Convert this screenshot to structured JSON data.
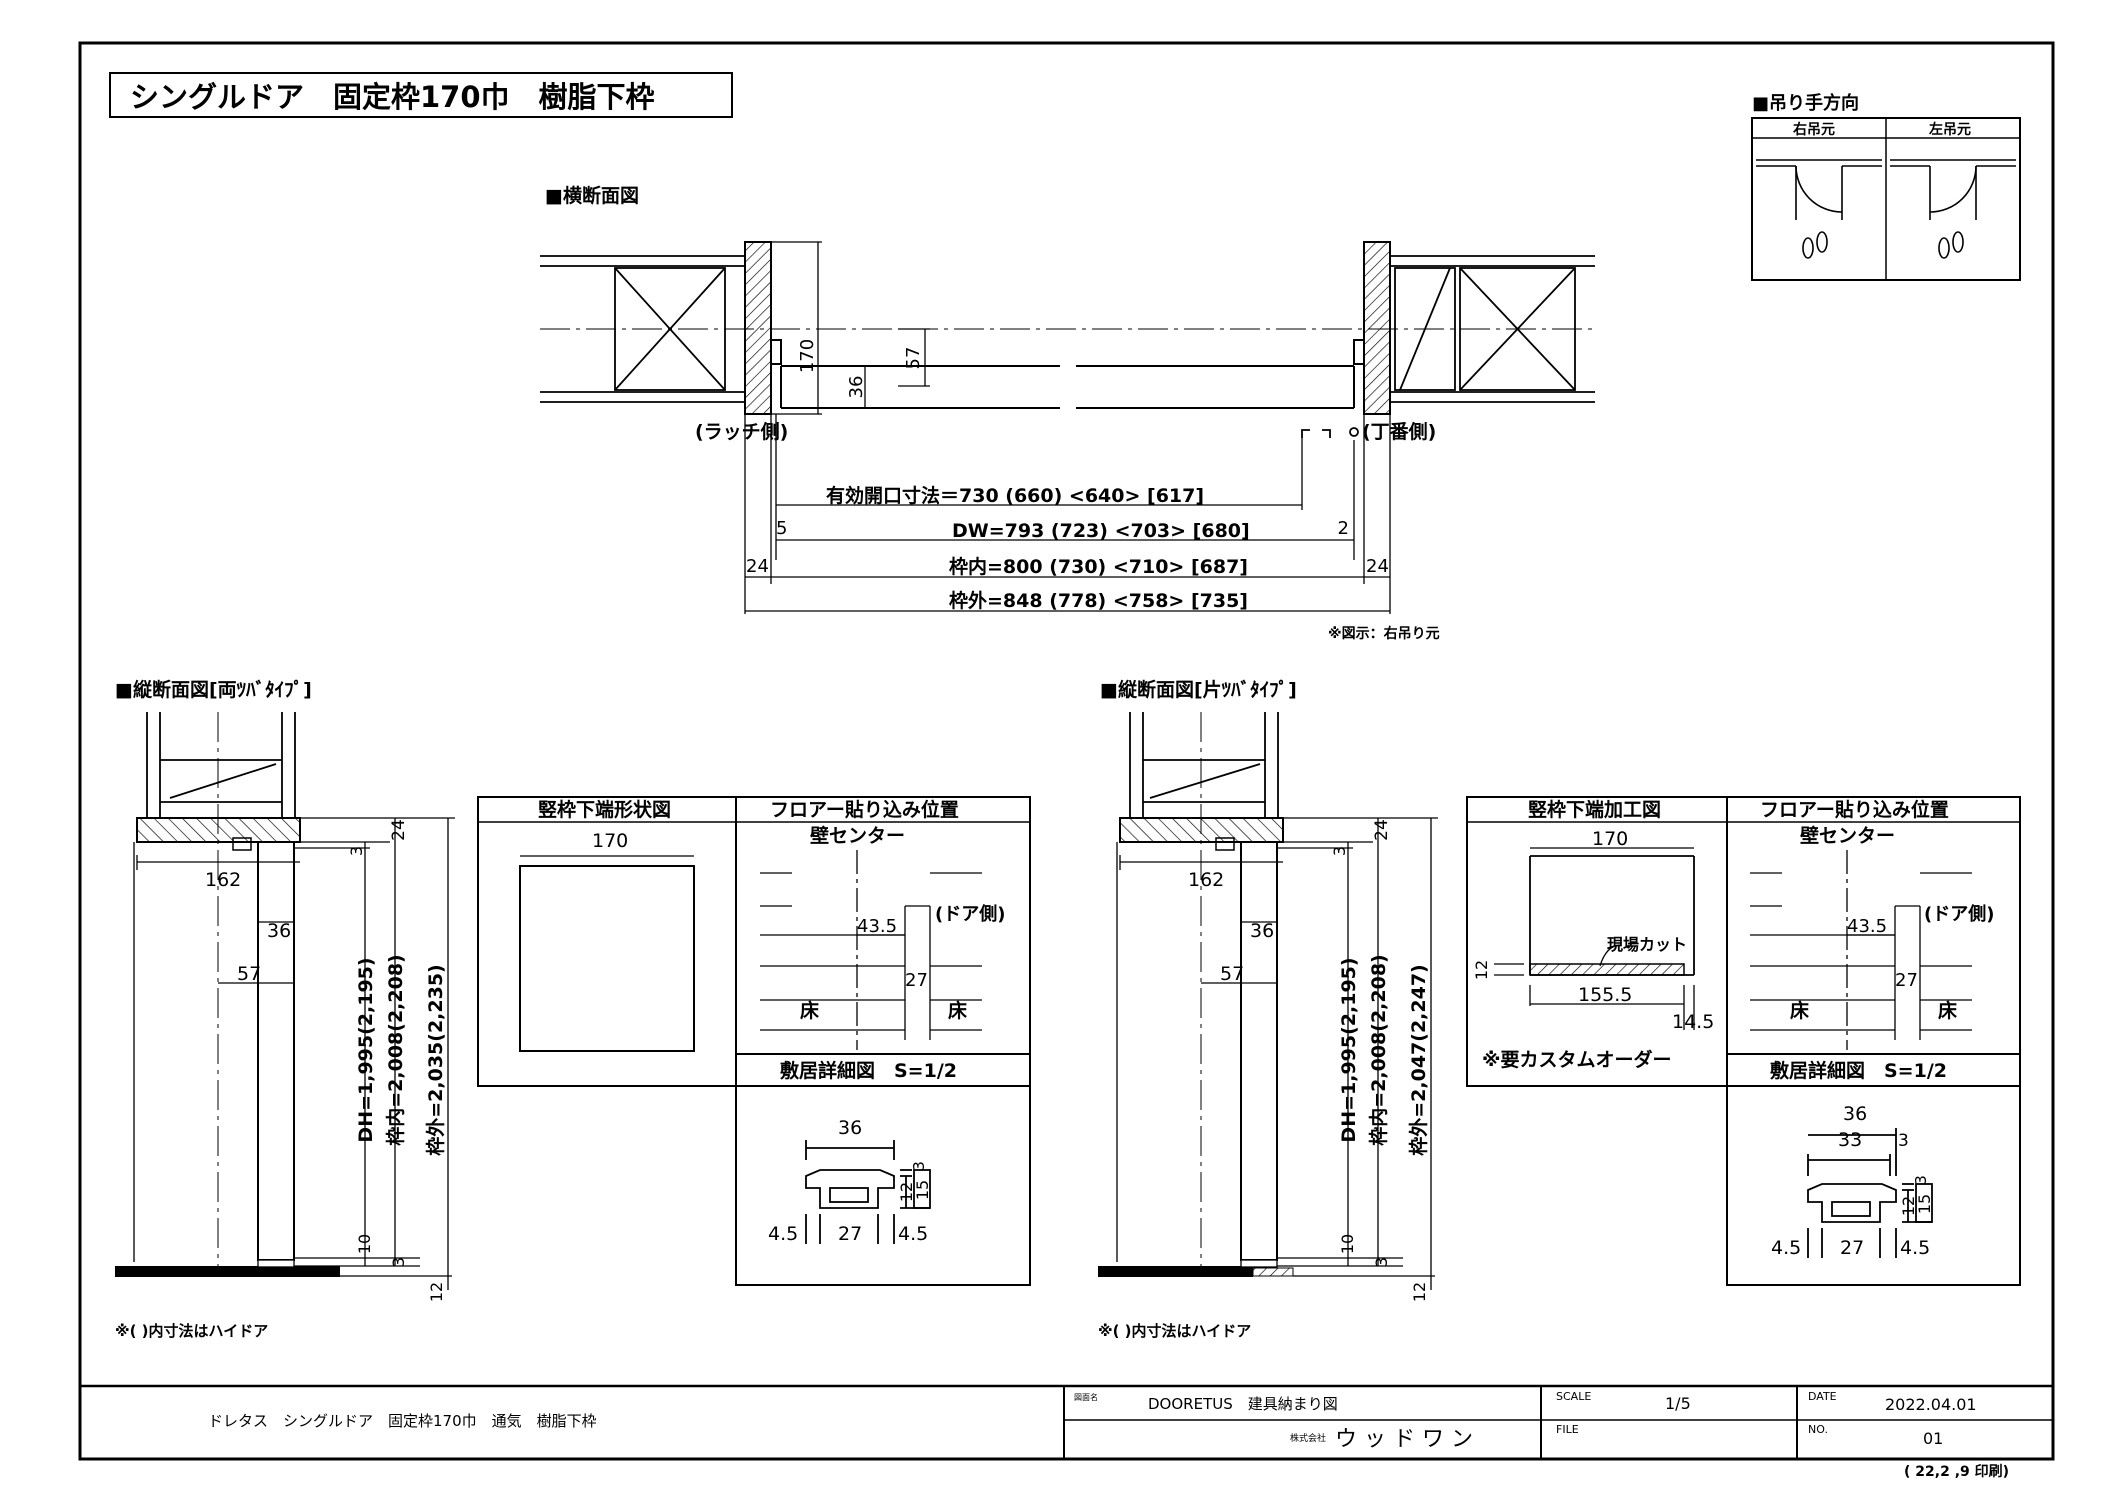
{
  "title": "シングルドア　固定枠170巾　樹脂下枠",
  "swing": {
    "heading": "■吊り手方向",
    "right_label": "右吊元",
    "left_label": "左吊元"
  },
  "plan": {
    "heading": "■横断面図",
    "latch_side": "(ラッチ側)",
    "hinge_side": "(丁番側)",
    "dim_170": "170",
    "dim_57": "57",
    "dim_36": "36",
    "dim_5": "5",
    "dim_2": "2",
    "dim_24_left": "24",
    "dim_24_right": "24",
    "effective": "有効開口寸法＝730 (660) <640> [617]",
    "dw": "DW=793 (723) <703> [680]",
    "inner": "枠内=800 (730) <710> [687]",
    "outer": "枠外=848 (778) <758> [735]",
    "note": "※図示：右吊り元"
  },
  "section_left": {
    "heading": "■縦断面図[両ﾂﾊﾞﾀｲﾌﾟ]",
    "dim_162": "162",
    "dim_36": "36",
    "dim_57": "57",
    "dim_3_top": "3",
    "dim_24": "24",
    "dim_dh": "DH=1,995(2,195)",
    "dim_inner": "枠内=2,008(2,208)",
    "dim_outer": "枠外=2,035(2,235)",
    "dim_10": "10",
    "dim_3_bottom": "3",
    "dim_12": "12",
    "note": "※( )内寸法はハイドア"
  },
  "section_right": {
    "heading": "■縦断面図[片ﾂﾊﾞﾀｲﾌﾟ]",
    "dim_162": "162",
    "dim_36": "36",
    "dim_57": "57",
    "dim_3_top": "3",
    "dim_24": "24",
    "dim_dh": "DH=1,995(2,195)",
    "dim_inner": "枠内=2,008(2,208)",
    "dim_outer": "枠外=2,047(2,247)",
    "dim_10": "10",
    "dim_3_bottom": "3",
    "dim_12": "12",
    "note": "※( )内寸法はハイドア"
  },
  "detail_left": {
    "shape_title": "竪枠下端形状図",
    "shape_170": "170",
    "floor_title": "フロアー貼り込み位置",
    "wall_center": "壁センター",
    "door_side": "(ドア側)",
    "dim_435": "43.5",
    "dim_27": "27",
    "floor_l": "床",
    "floor_r": "床",
    "sill_title": "敷居詳細図　S=1/2",
    "sill_36": "36",
    "sill_3": "3",
    "sill_12": "12",
    "sill_15": "15",
    "sill_45l": "4.5",
    "sill_27": "27",
    "sill_45r": "4.5"
  },
  "detail_right": {
    "shape_title": "竪枠下端加工図",
    "shape_170": "170",
    "field_cut": "現場カット",
    "dim_12": "12",
    "dim_1555": "155.5",
    "dim_145": "14.5",
    "custom": "※要カスタムオーダー",
    "floor_title": "フロアー貼り込み位置",
    "wall_center": "壁センター",
    "door_side": "(ドア側)",
    "dim_435": "43.5",
    "dim_27": "27",
    "floor_l": "床",
    "floor_r": "床",
    "sill_title": "敷居詳細図　S=1/2",
    "sill_36": "36",
    "sill_33": "33",
    "sill_3a": "3",
    "sill_3": "3",
    "sill_12": "12",
    "sill_15": "15",
    "sill_45l": "4.5",
    "sill_27": "27",
    "sill_45r": "4.5"
  },
  "title_block": {
    "product": "ドレタス　シングルドア　固定枠170巾　通気　樹脂下枠",
    "drawing_label": "図面名",
    "drawing_name": "DOORETUS　建具納まり図",
    "company_label": "株式会社",
    "company": "ウ ッ ド ワ ン",
    "scale_label": "SCALE",
    "scale": "1/5",
    "file_label": "FILE",
    "date_label": "DATE",
    "date": "2022.04.01",
    "no_label": "NO.",
    "no": "01",
    "printed": "( 22,2 ,9 印刷)"
  }
}
